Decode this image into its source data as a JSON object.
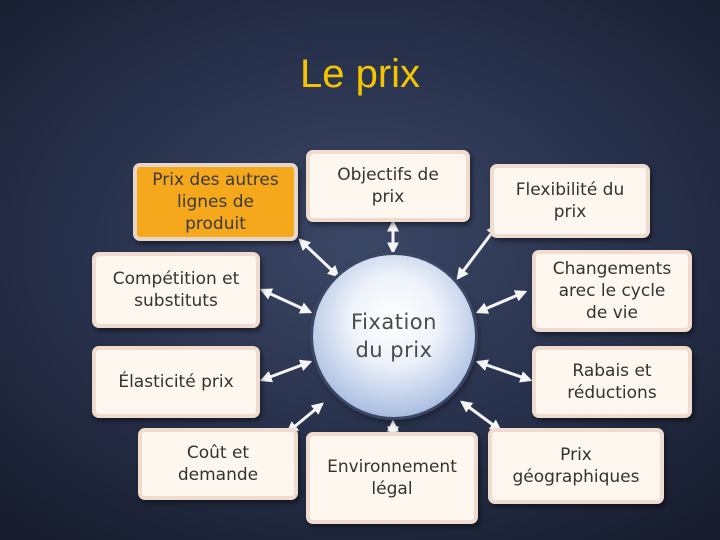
{
  "title": "Le prix",
  "center": {
    "label": "Fixation\ndu prix"
  },
  "boxes": {
    "autres_lignes": "Prix des autres\nlignes de\nproduit",
    "objectifs": "Objectifs de\nprix",
    "flexibilite": "Flexibilité du\nprix",
    "competition": "Compétition et\nsubstituts",
    "cycle_vie": "Changements\narec le cycle\nde vie",
    "elasticite": "Élasticité prix",
    "rabais": "Rabais et\nréductions",
    "cout_demande": "Coût et\ndemande",
    "environnement": "Environnement\nlégal",
    "geographiques": "Prix\ngéographiques"
  },
  "colors": {
    "title": "#f5c400",
    "box_fill": "#fdf7ef",
    "highlight_fill": "#f5a81c",
    "arrow": "#f5f5f5"
  }
}
